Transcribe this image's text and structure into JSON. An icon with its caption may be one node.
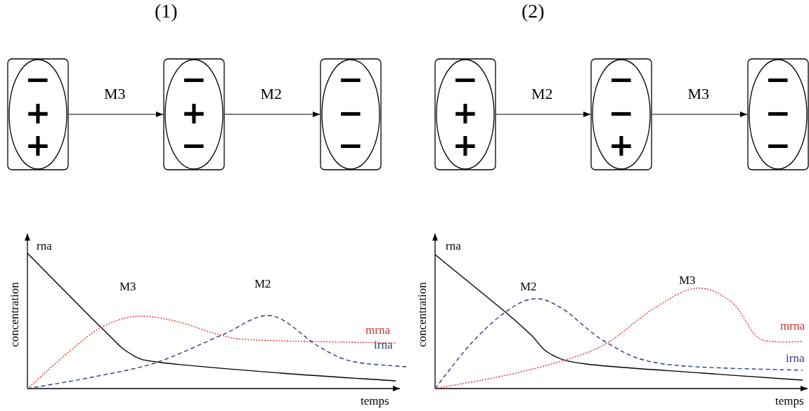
{
  "diagram": {
    "nodes": [
      {
        "text": [
          "−",
          "+",
          "+"
        ]
      },
      {
        "text": [
          "−",
          "+",
          "−"
        ]
      },
      {
        "text": [
          "−",
          "−",
          "−"
        ]
      },
      {
        "text": [
          "−",
          "+",
          "+"
        ]
      },
      {
        "text": [
          "−",
          "−",
          "+"
        ]
      },
      {
        "text": [
          "−",
          "−",
          "−"
        ]
      }
    ],
    "edges": [
      {
        "from": 0,
        "to": 1,
        "arrow": "to",
        "label": "M3"
      },
      {
        "from": 1,
        "to": 2,
        "arrow": "to",
        "label": "M2"
      },
      {
        "from": 3,
        "to": 4,
        "arrow": "to",
        "label": "M2"
      },
      {
        "from": 4,
        "to": 5,
        "arrow": "to",
        "label": "M3"
      }
    ],
    "labels": [
      "(1)",
      "(2)",
      "rna",
      "concentration",
      "M3",
      "M2",
      "mrna",
      "irna",
      "temps",
      "rna",
      "concentration",
      "M2",
      "M3",
      "mrna",
      "irna",
      "temps"
    ]
  }
}
